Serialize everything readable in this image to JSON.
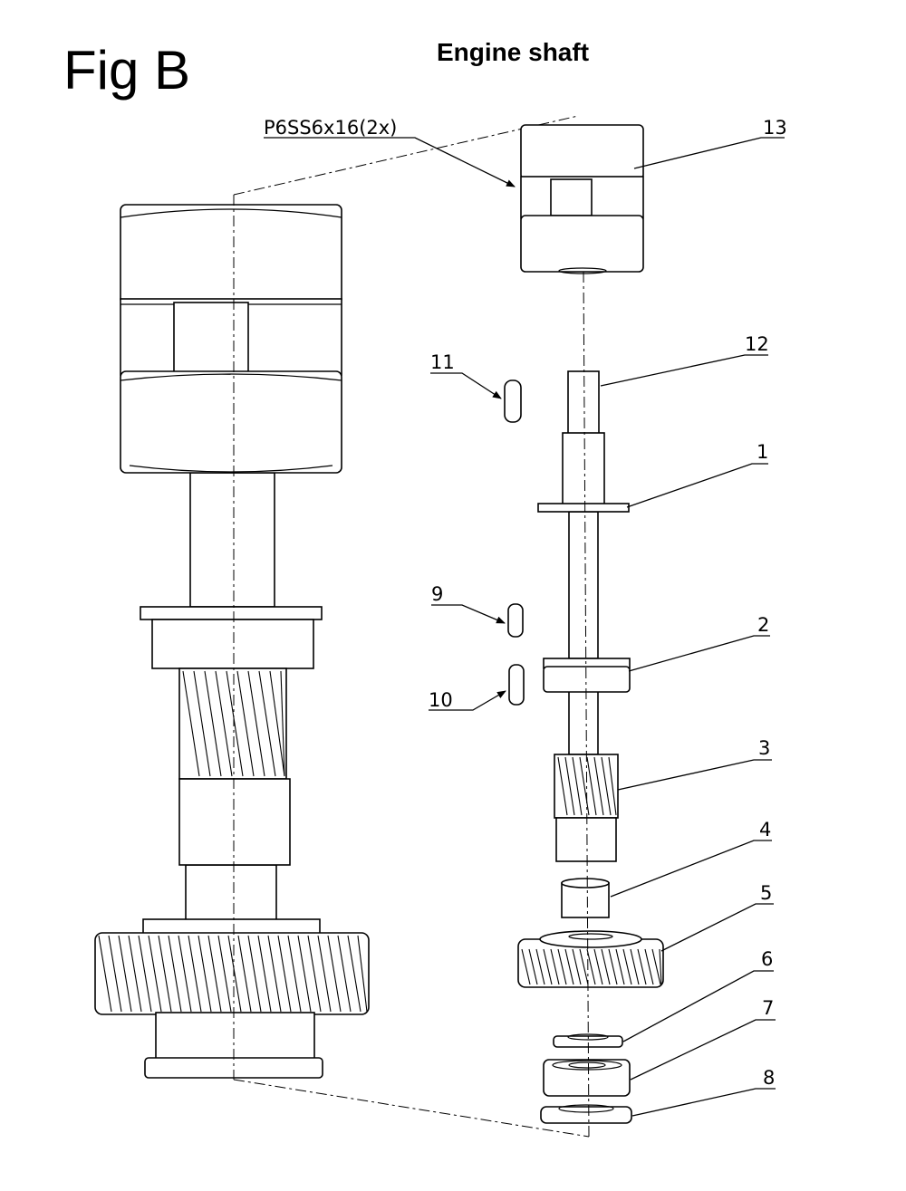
{
  "figure_label": "Fig B",
  "title": "Engine shaft",
  "callouts": {
    "key_spec": "P6SS6x16(2x)",
    "p1": "1",
    "p2": "2",
    "p3": "3",
    "p4": "4",
    "p5": "5",
    "p6": "6",
    "p7": "7",
    "p8": "8",
    "p9": "9",
    "p10": "10",
    "p11": "11",
    "p12": "12",
    "p13": "13"
  }
}
